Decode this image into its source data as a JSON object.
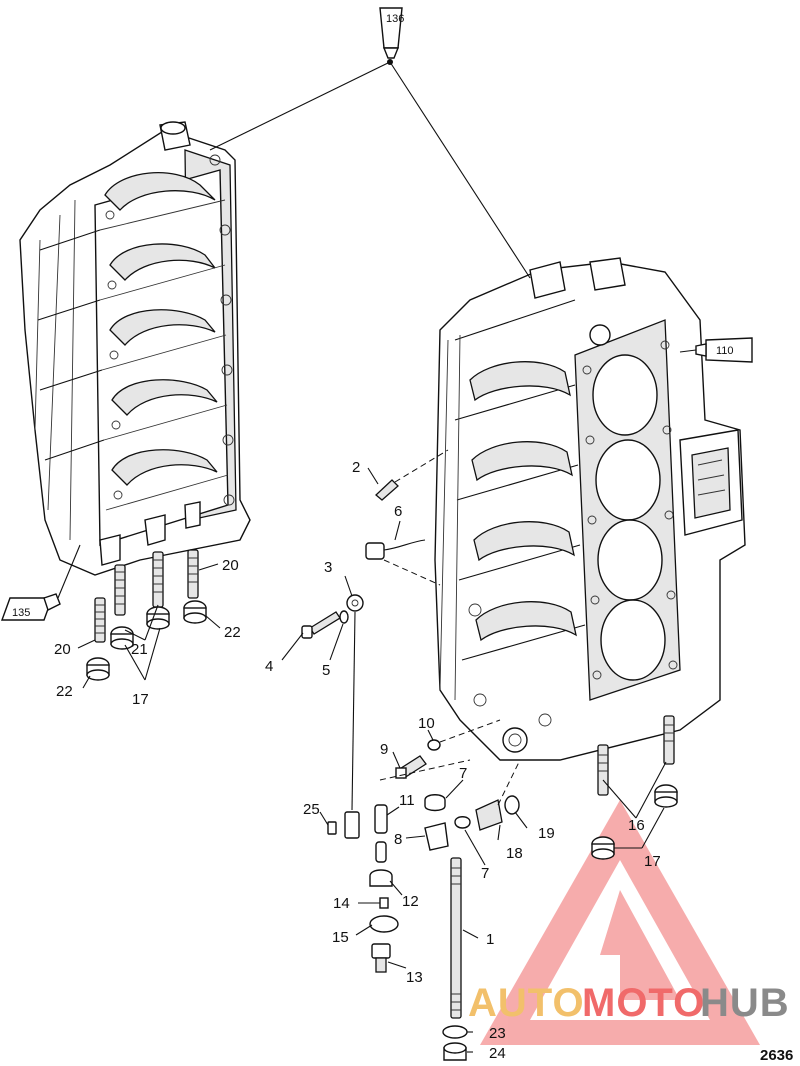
{
  "callouts": [
    "1",
    "2",
    "3",
    "4",
    "5",
    "6",
    "7",
    "7",
    "8",
    "9",
    "10",
    "11",
    "12",
    "13",
    "14",
    "15",
    "16",
    "17",
    "17",
    "18",
    "19",
    "20",
    "20",
    "21",
    "22",
    "22",
    "23",
    "24",
    "25"
  ],
  "sealant_tubes": [
    "136",
    "110",
    "135"
  ],
  "figure_number": "2636",
  "watermark": {
    "part1": "AUTO",
    "part2": "MOTO",
    "part3": "HUB",
    "colors": [
      "#f2c06b",
      "#f06a6a",
      "#8a8a8a"
    ]
  }
}
